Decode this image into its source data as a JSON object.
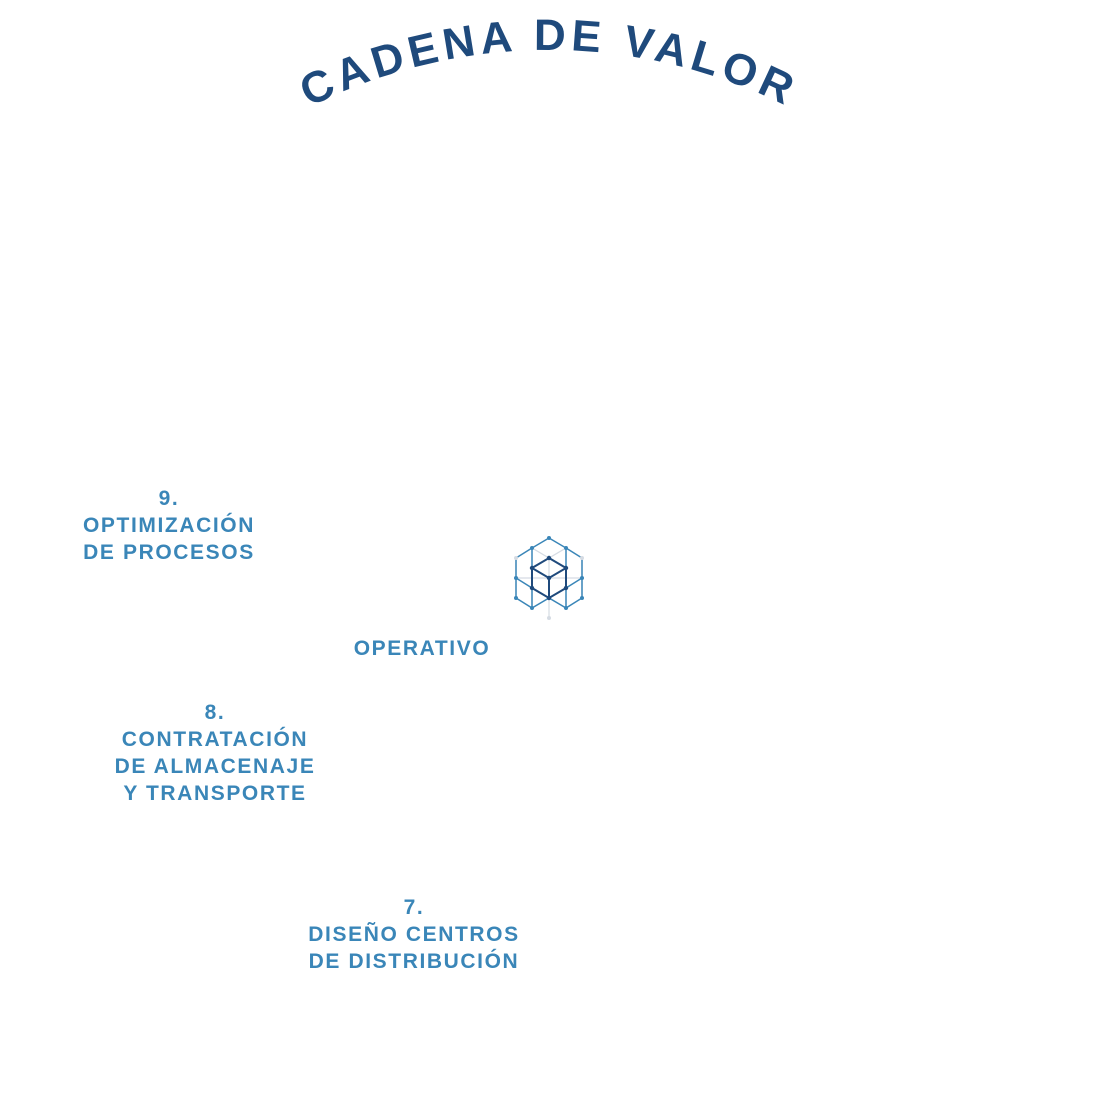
{
  "title": "CADENA DE VALOR",
  "center_icon": "cube-network-icon",
  "colors": {
    "title": "#1f4a7c",
    "label": "#3a86b8",
    "icon_dark": "#1f4a7c",
    "icon_light": "#3a86b8",
    "icon_grey": "#d5dbe3"
  },
  "category": "OPERATIVO",
  "steps": [
    {
      "number": "9.",
      "lines": [
        "OPTIMIZACIÓN",
        "DE PROCESOS"
      ]
    },
    {
      "number": "8.",
      "lines": [
        "CONTRATACIÓN",
        "DE ALMACENAJE",
        "Y TRANSPORTE"
      ]
    },
    {
      "number": "7.",
      "lines": [
        "DISEÑO CENTROS",
        "DE DISTRIBUCIÓN"
      ]
    }
  ]
}
